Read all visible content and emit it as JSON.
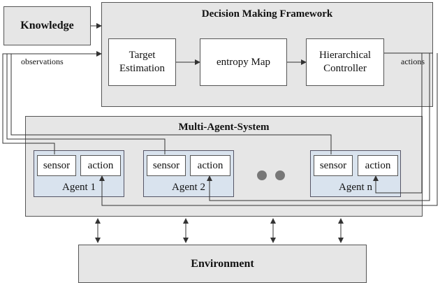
{
  "knowledge": "Knowledge",
  "framework": {
    "title": "Decision Making Framework",
    "target_estimation": "Target\nEstimation",
    "entropy_map": "entropy Map",
    "hierarchical_controller": "Hierarchical\nController"
  },
  "labels": {
    "observations": "observations",
    "actions": "actions"
  },
  "mas": {
    "title": "Multi-Agent-System",
    "agents": [
      {
        "name": "Agent 1",
        "sensor": "sensor",
        "action": "action"
      },
      {
        "name": "Agent 2",
        "sensor": "sensor",
        "action": "action"
      },
      {
        "name": "Agent n",
        "sensor": "sensor",
        "action": "action"
      }
    ]
  },
  "environment": "Environment"
}
